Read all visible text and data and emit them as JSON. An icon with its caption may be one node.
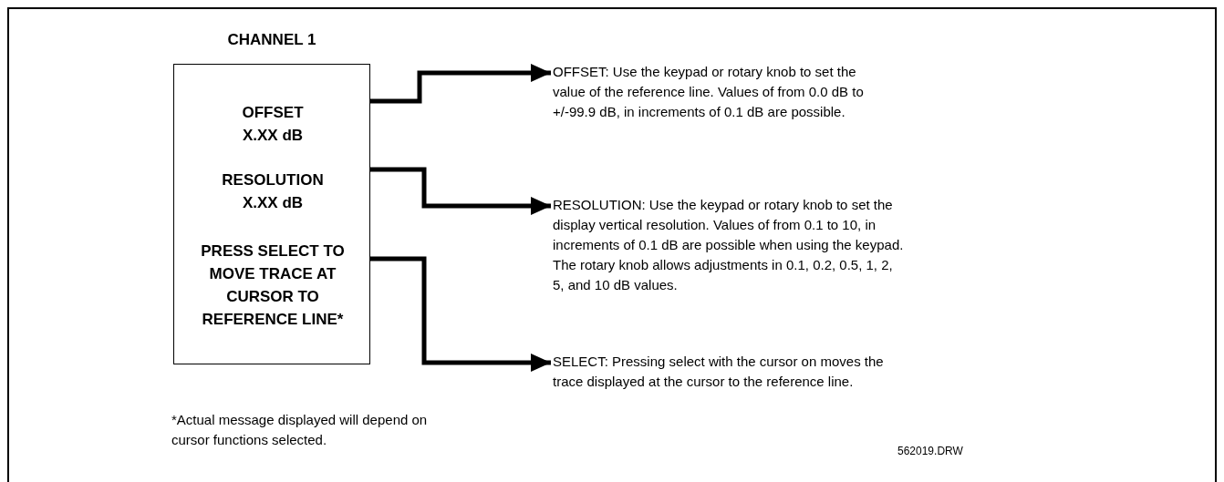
{
  "diagram": {
    "nodes": [
      {
        "text": [
          "CHANNEL 1"
        ]
      },
      {
        "text": [
          "OFFSET",
          "X.XX dB"
        ],
        "in": 0
      },
      {
        "text": [
          "RESOLUTION",
          "X.XX dB"
        ],
        "in": 0
      },
      {
        "text": [
          "PRESS SELECT TO MOVE TRACE AT CURSOR TO REFERENCE LINE*"
        ],
        "in": 0
      },
      {
        "text": [
          "OFFSET: Use the keypad or rotary knob to set the value of the reference line. Values of from 0.0 dB to +/-99.9 dB, in increments of 0.1 dB are possible."
        ]
      },
      {
        "text": [
          "RESOLUTION: Use the keypad or rotary knob to set the display vertical resolution. Values of from 0.1 to 10, in increments of 0.1 dB are possible when using the keypad. The rotary knob allows adjustments in 0.1, 0.2, 0.5, 1, 2, 5, and 10 dB values."
        ]
      },
      {
        "text": [
          "SELECT: Pressing select with the cursor on moves the trace displayed at the cursor to the reference line."
        ]
      }
    ],
    "edges": [
      {
        "from": 1,
        "to": 4,
        "arrow": "to"
      },
      {
        "from": 2,
        "to": 5,
        "arrow": "to"
      },
      {
        "from": 3,
        "to": 6,
        "arrow": "to"
      }
    ],
    "labels": [
      "*Actual message displayed will depend on cursor functions selected.",
      "562019.DRW"
    ]
  }
}
